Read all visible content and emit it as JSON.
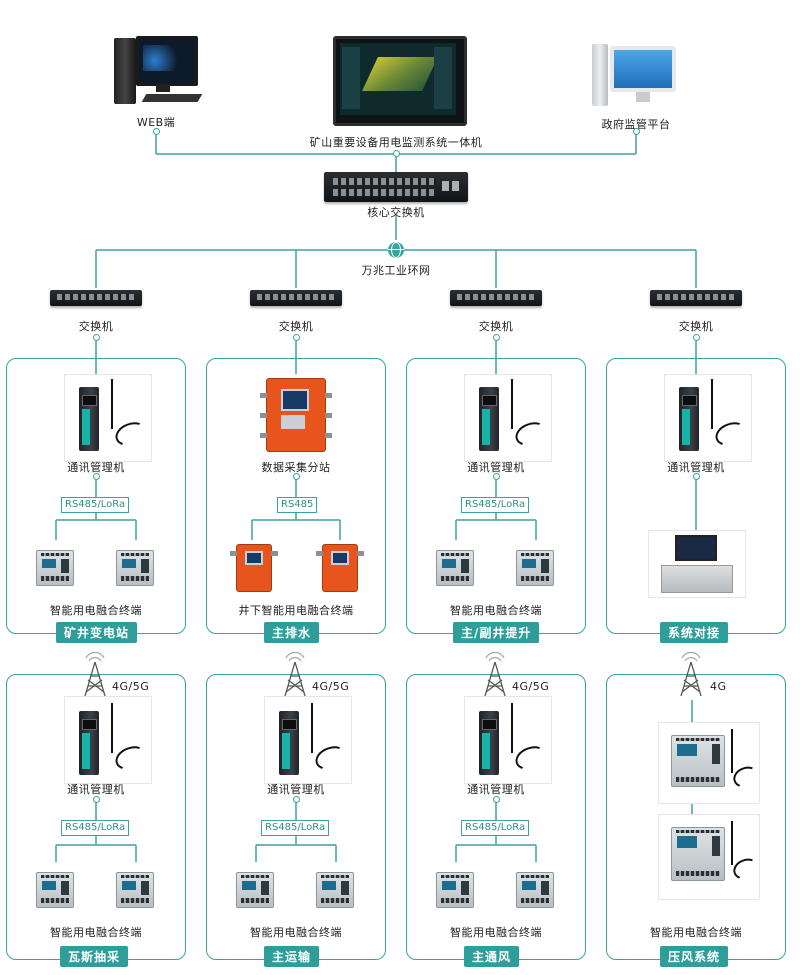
{
  "top": {
    "web_label": "WEB端",
    "center_label": "矿山重要设备用电监测系统一体机",
    "gov_label": "政府监管平台",
    "core_switch_label": "核心交换机",
    "ring_label": "万兆工业环网"
  },
  "switch_label": "交换机",
  "upper_panels": [
    {
      "tag": "矿井变电站",
      "device": "通讯管理机",
      "protocol": "RS485/LoRa",
      "terminal": "智能用电融合终端"
    },
    {
      "tag": "主排水",
      "device": "数据采集分站",
      "protocol": "RS485",
      "terminal": "井下智能用电融合终端"
    },
    {
      "tag": "主/副井提升",
      "device": "通讯管理机",
      "protocol": "RS485/LoRa",
      "terminal": "智能用电融合终端"
    },
    {
      "tag": "系统对接",
      "device": "通讯管理机",
      "protocol": "",
      "terminal": ""
    }
  ],
  "lower_panels": [
    {
      "tag": "瓦斯抽采",
      "net": "4G/5G",
      "device": "通讯管理机",
      "protocol": "RS485/LoRa",
      "terminal": "智能用电融合终端"
    },
    {
      "tag": "主运输",
      "net": "4G/5G",
      "device": "通讯管理机",
      "protocol": "RS485/LoRa",
      "terminal": "智能用电融合终端"
    },
    {
      "tag": "主通风",
      "net": "4G/5G",
      "device": "通讯管理机",
      "protocol": "RS485/LoRa",
      "terminal": "智能用电融合终端"
    },
    {
      "tag": "压风系统",
      "net": "4G",
      "device": "",
      "protocol": "",
      "terminal": "智能用电融合终端"
    }
  ],
  "colors": {
    "accent": "#2f9e9a",
    "line": "#3aa3a0",
    "orange": "#e8551c"
  }
}
